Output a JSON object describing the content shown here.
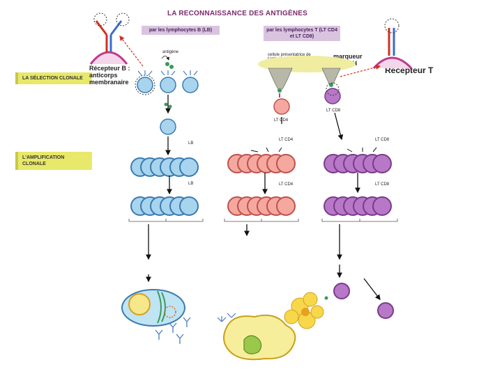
{
  "title": "LA RECONNAISSANCE DES ANTIGÈNES",
  "headers": {
    "b": "par les lymphocytes B (LB)",
    "t": "par les lymphocytes T (LT CD4 et LT CD8)"
  },
  "side_labels": {
    "selection": "LA SÉLECTION CLONALE",
    "amplification": "L'AMPLIFICATION CLONALE"
  },
  "labels": {
    "antigene": "antigène",
    "recepteur_b": "Récepteur B : anticorps membranaire",
    "cellule_presentatrice": "cellule présentatrice de l'antigène",
    "marqueur_cmh": "marqueur du CMH",
    "recepteur_t": "Récepteur T",
    "lb": "LB",
    "lt_cd4": "LT CD4",
    "lt_cd8": "LT CD8"
  },
  "colors": {
    "lb": "#a8d4ee",
    "lt_cd4": "#f4a8a0",
    "lt_cd8": "#b878c8",
    "header_bg": "#d9c4e0",
    "side_bg": "#e8e86a"
  }
}
